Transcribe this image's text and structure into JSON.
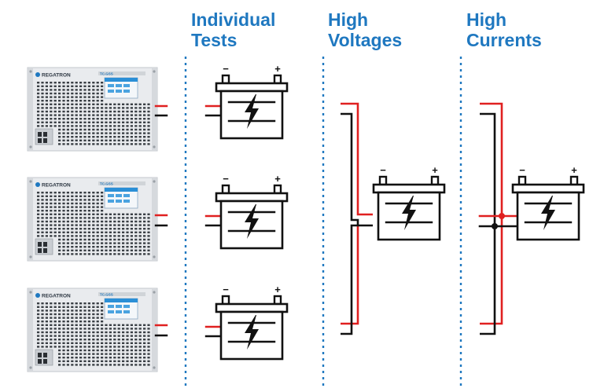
{
  "columns": [
    {
      "id": "individual",
      "line1": "Individual",
      "line2": "Tests"
    },
    {
      "id": "voltage",
      "line1": "High",
      "line2": "Voltages"
    },
    {
      "id": "current",
      "line1": "High",
      "line2": "Currents"
    }
  ],
  "device": {
    "brand": "REGATRON",
    "model": "TC.GSS"
  },
  "battery": {
    "minus": "−",
    "plus": "+"
  },
  "colors": {
    "heading": "#1f78c0",
    "divider": "#1f78c0",
    "positive_wire": "#e02020",
    "negative_wire": "#111111",
    "battery_outline": "#111111",
    "device_panel": "#e9ebee",
    "device_screen": "#2b8fd6"
  }
}
